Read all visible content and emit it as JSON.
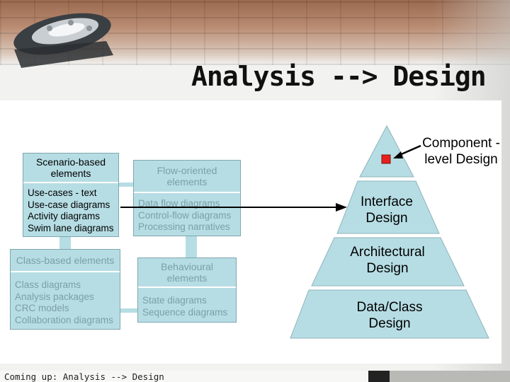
{
  "slide": {
    "title": "Analysis --> Design",
    "footer": "Coming up: Analysis --> Design"
  },
  "analysis_model": {
    "scenario": {
      "header": "Scenario-based elements",
      "items": [
        "Use-cases - text",
        "Use-case diagrams",
        "Activity diagrams",
        "Swim lane diagrams"
      ]
    },
    "flow": {
      "header": "Flow-oriented elements",
      "items": [
        "Data flow diagrams",
        "Control-flow diagrams",
        "Processing narratives"
      ]
    },
    "class": {
      "header": "Class-based elements",
      "items": [
        "Class diagrams",
        "Analysis packages",
        "CRC models",
        "Collaboration diagrams"
      ]
    },
    "behavioural": {
      "header": "Behavioural elements",
      "items": [
        "State diagrams",
        "Sequence diagrams"
      ]
    }
  },
  "design_model": {
    "layers": [
      "Component -level Design",
      "Interface Design",
      "Architectural Design",
      "Data/Class Design"
    ],
    "component_note": "Component -level Design"
  },
  "colors": {
    "box_fill": "#b6dde4",
    "highlight_square": "#e8201c",
    "arrow": "#000000"
  }
}
